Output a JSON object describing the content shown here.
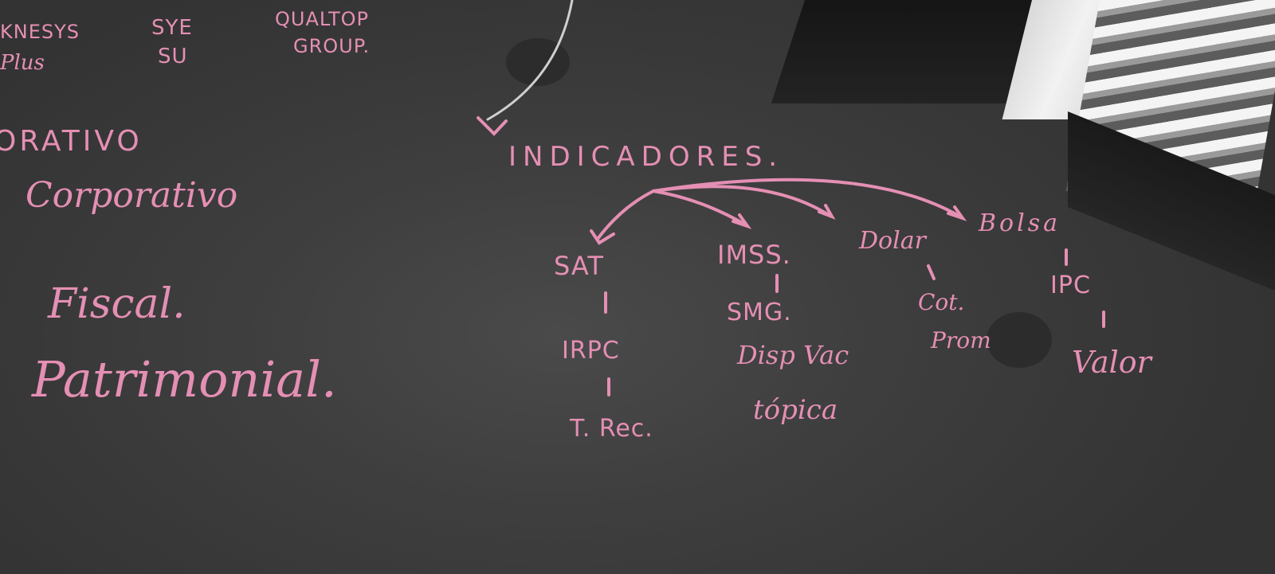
{
  "colors": {
    "board": "#3e3e3e",
    "chalk": "#e58fb4",
    "stroke": "#d9d9d9"
  },
  "top_left": {
    "knesys": "KNESYS",
    "plus": "Plus",
    "sye": "SYE",
    "su": "SU",
    "qualtop": "QUALTOP",
    "group": "GROUP."
  },
  "left_column": {
    "oratiuo": "ORATIVO",
    "corporativo": "Corporativo",
    "fiscal": "Fiscal.",
    "patrimonial": "Patrimonial."
  },
  "indicadores": {
    "title": "INDICADORES.",
    "sat": {
      "head": "SAT",
      "item1": "IRPC",
      "item2": "T. Rec."
    },
    "imss": {
      "head": "IMSS.",
      "item1": "SMG.",
      "item2": "Disp Vac",
      "item3": "tópica"
    },
    "dolar": {
      "head": "Dolar",
      "item1": "Cot.",
      "item2": "Prom"
    },
    "bolsa": {
      "head": "Bolsa",
      "item1": "IPC",
      "item2": "Valor"
    }
  }
}
